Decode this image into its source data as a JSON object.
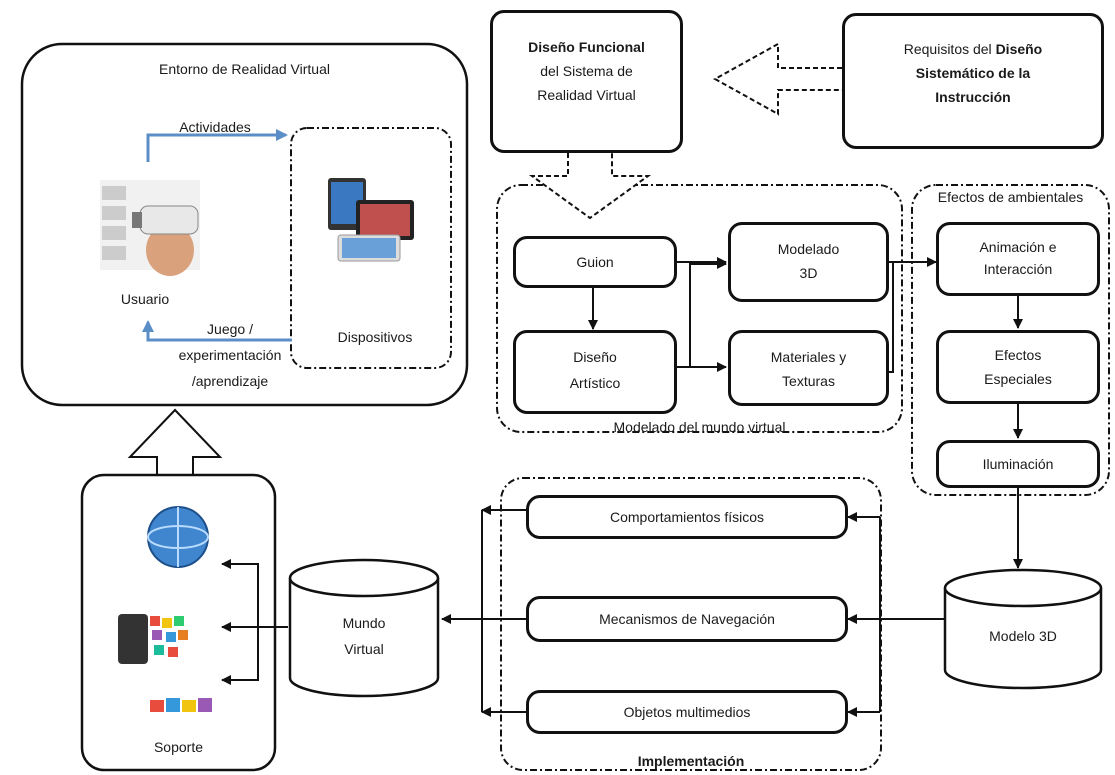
{
  "vr_environment": {
    "title": "Entorno de Realidad Virtual",
    "activities_label": "Actividades",
    "user_label": "Usuario",
    "devices_label": "Dispositivos",
    "feedback_line1": "Juego /",
    "feedback_line2": "experimentación",
    "feedback_line3": "/aprendizaje"
  },
  "functional_design": {
    "line1": "Diseño Funcional",
    "line2": "del Sistema de",
    "line3": "Realidad Virtual"
  },
  "requirements": {
    "line1_prefix": "Requisitos del ",
    "line1_bold": "Diseño",
    "line2": "Sistemático de la",
    "line3": "Instrucción"
  },
  "world_modeling": {
    "caption": "Modelado del mundo virtual",
    "script": "Guion",
    "modeling_3d_line1": "Modelado",
    "modeling_3d_line2": "3D",
    "art_design_line1": "Diseño",
    "art_design_line2": "Artístico",
    "materials_line1": "Materiales y",
    "materials_line2": "Texturas"
  },
  "ambient_effects": {
    "caption": "Efectos de ambientales",
    "animation_line1": "Animación e",
    "animation_line2": "Interacción",
    "special_line1": "Efectos",
    "special_line2": "Especiales",
    "lighting": "Iluminación"
  },
  "model_3d": "Modelo 3D",
  "implementation": {
    "caption": "Implementación",
    "physics": "Comportamientos físicos",
    "navigation": "Mecanismos de Navegación",
    "multimedia": "Objetos multimedios"
  },
  "virtual_world": {
    "line1": "Mundo",
    "line2": "Virtual"
  },
  "support_label": "Soporte",
  "colors": {
    "stroke": "#111111",
    "accent_arrow": "#5b8ec7",
    "text": "#1a1a1a"
  }
}
